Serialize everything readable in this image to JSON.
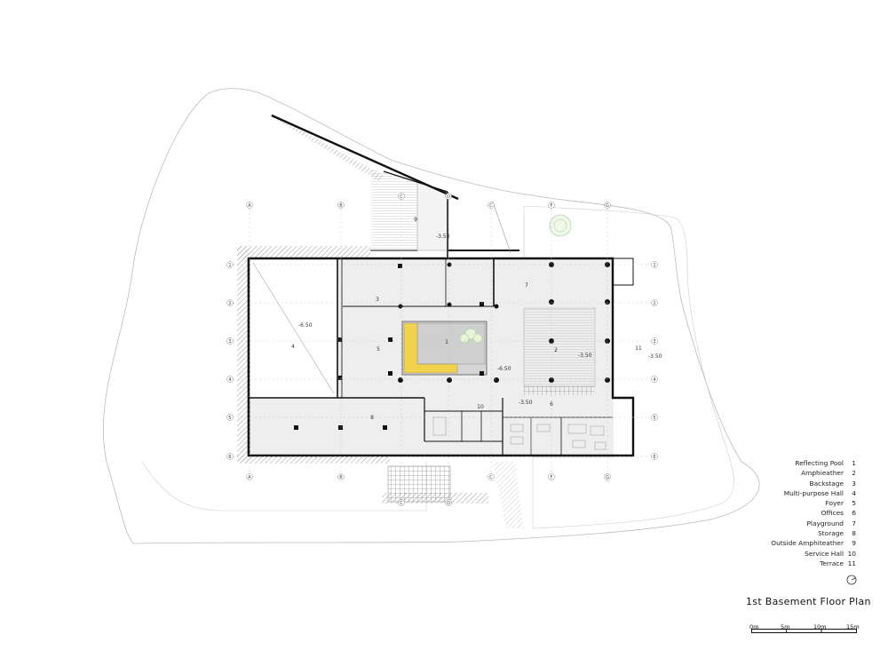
{
  "title": "1st Basement Floor Plan",
  "legend": [
    {
      "name": "Reflecting Pool",
      "num": "1"
    },
    {
      "name": "Amphieather",
      "num": "2"
    },
    {
      "name": "Backstage",
      "num": "3"
    },
    {
      "name": "Multi-purpose Hall",
      "num": "4"
    },
    {
      "name": "Foyer",
      "num": "5"
    },
    {
      "name": "Offices",
      "num": "6"
    },
    {
      "name": "Playground",
      "num": "7"
    },
    {
      "name": "Storage",
      "num": "8"
    },
    {
      "name": "Outside Amphiteather",
      "num": "9"
    },
    {
      "name": "Service Hall",
      "num": "10"
    },
    {
      "name": "Terrace",
      "num": "11"
    }
  ],
  "scale_bar": [
    "0m",
    "5m",
    "10m",
    "15m"
  ],
  "room_numbers": [
    "1",
    "2",
    "3",
    "4",
    "5",
    "6",
    "7",
    "8",
    "9",
    "10",
    "11"
  ],
  "levels": [
    "-6.50",
    "-6.50",
    "-3.50",
    "-3.50",
    "-3.50",
    "-3.50"
  ],
  "grid_columns": [
    "A",
    "B",
    "C",
    "D",
    "E",
    "F",
    "G"
  ],
  "grid_rows": [
    "1",
    "2",
    "3",
    "4",
    "5",
    "6"
  ],
  "colors": {
    "wall": "#111111",
    "floor": "#eeeeee",
    "stair_highlight": "#f2d24b",
    "site_line": "#bbbbbb",
    "hatch": "#999999"
  },
  "icons": [
    "north-arrow-icon",
    "tree-icon"
  ]
}
